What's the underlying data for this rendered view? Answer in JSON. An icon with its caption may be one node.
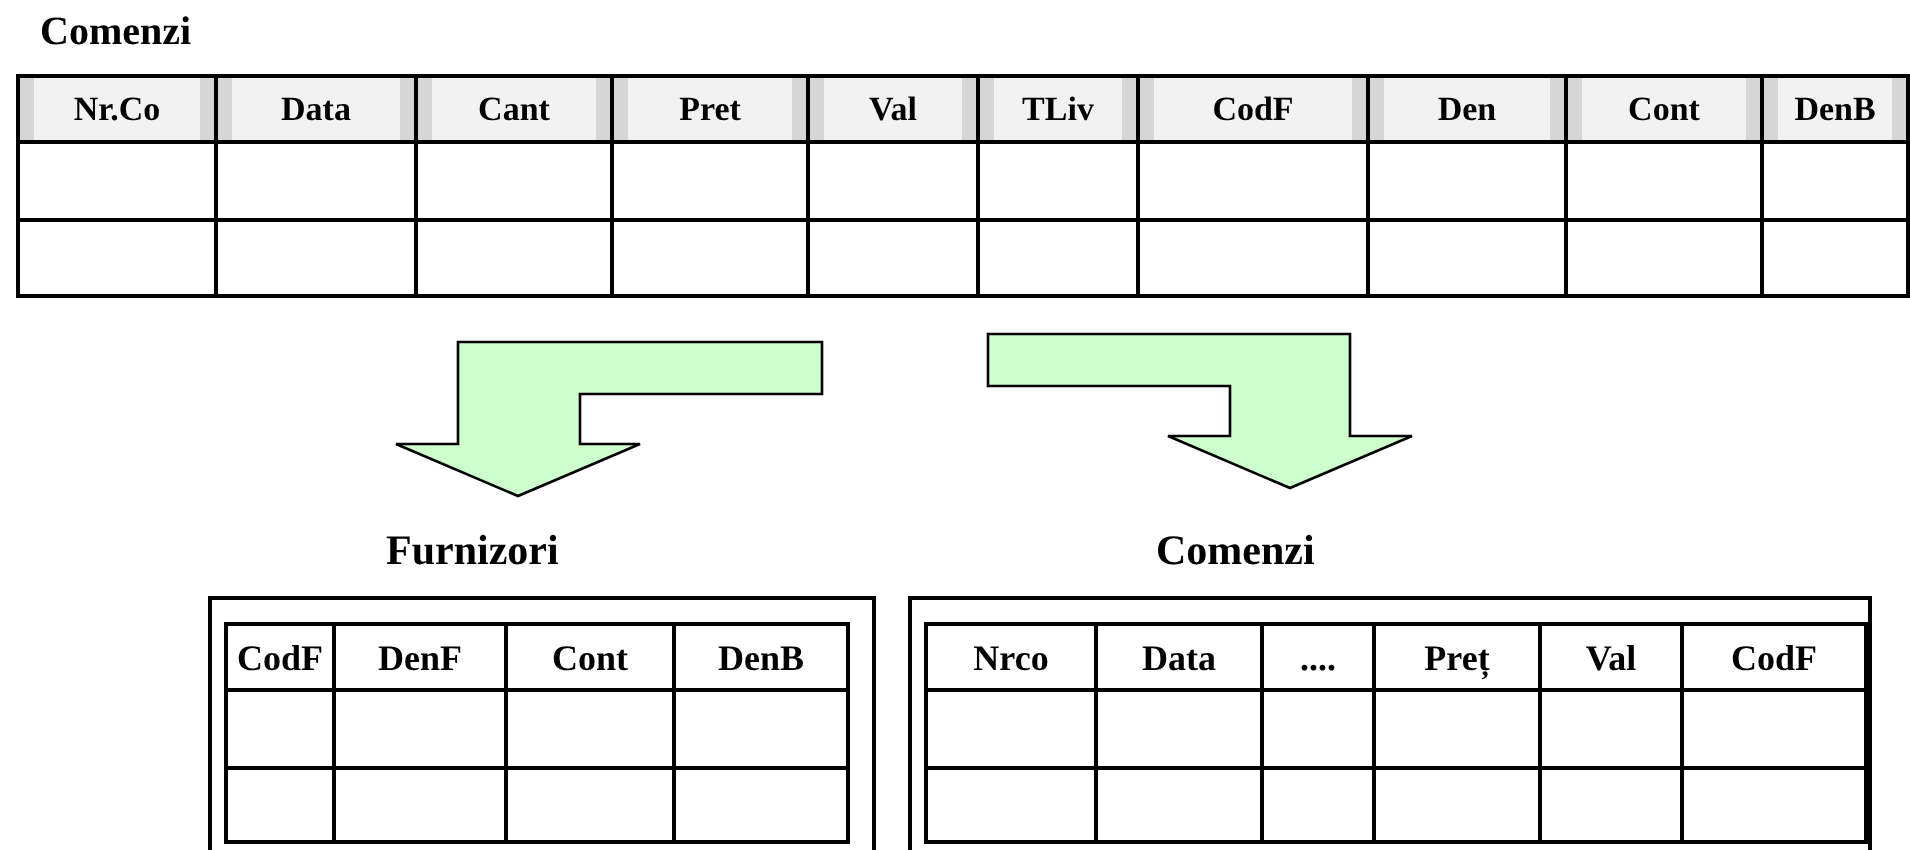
{
  "diagram": {
    "nodes": [
      {
        "text": [
          "Comenzi"
        ]
      },
      {
        "text": [
          "Furnizori"
        ]
      },
      {
        "text": [
          "Comenzi"
        ]
      }
    ],
    "edges": [
      {
        "from": 0,
        "to": 1,
        "arrow": "to",
        "style": "thick"
      },
      {
        "from": 0,
        "to": 2,
        "arrow": "to",
        "style": "thick"
      }
    ],
    "labels": [
      "Nr.Co",
      "Data",
      "Cant",
      "Pret",
      "Val",
      "TLiv",
      "CodF",
      "Den",
      "Cont",
      "DenB",
      "CodF",
      "DenF",
      "Cont",
      "DenB",
      "Nrco",
      "Data",
      "....",
      "Preț",
      "Val",
      "CodF"
    ]
  }
}
